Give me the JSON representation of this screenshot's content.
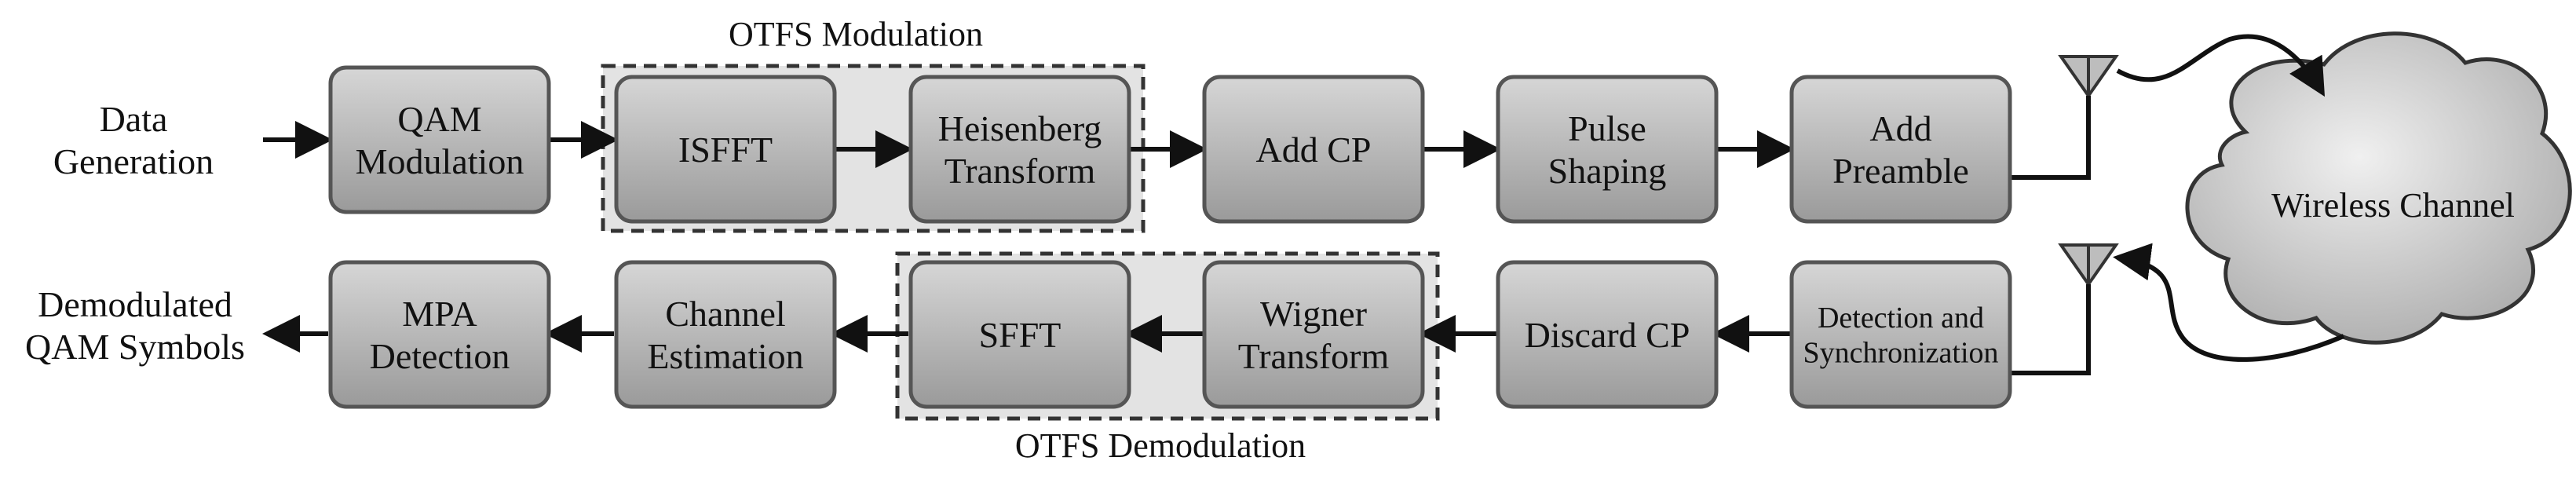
{
  "labels": {
    "data_generation": [
      "Data",
      "Generation"
    ],
    "demodulated_symbols": [
      "Demodulated",
      "QAM Symbols"
    ],
    "otfs_modulation": "OTFS Modulation",
    "otfs_demodulation": "OTFS Demodulation",
    "wireless_channel": "Wireless Channel"
  },
  "blocks": {
    "qam_modulation": [
      "QAM",
      "Modulation"
    ],
    "isfft": [
      "ISFFT"
    ],
    "heisenberg": [
      "Heisenberg",
      "Transform"
    ],
    "add_cp": [
      "Add CP"
    ],
    "pulse_shaping": [
      "Pulse",
      "Shaping"
    ],
    "add_preamble": [
      "Add",
      "Preamble"
    ],
    "mpa_detection": [
      "MPA",
      "Detection"
    ],
    "channel_estimation": [
      "Channel",
      "Estimation"
    ],
    "sfft": [
      "SFFT"
    ],
    "wigner": [
      "Wigner",
      "Transform"
    ],
    "discard_cp": [
      "Discard CP"
    ],
    "detection_sync": [
      "Detection and",
      "Synchronization"
    ]
  }
}
